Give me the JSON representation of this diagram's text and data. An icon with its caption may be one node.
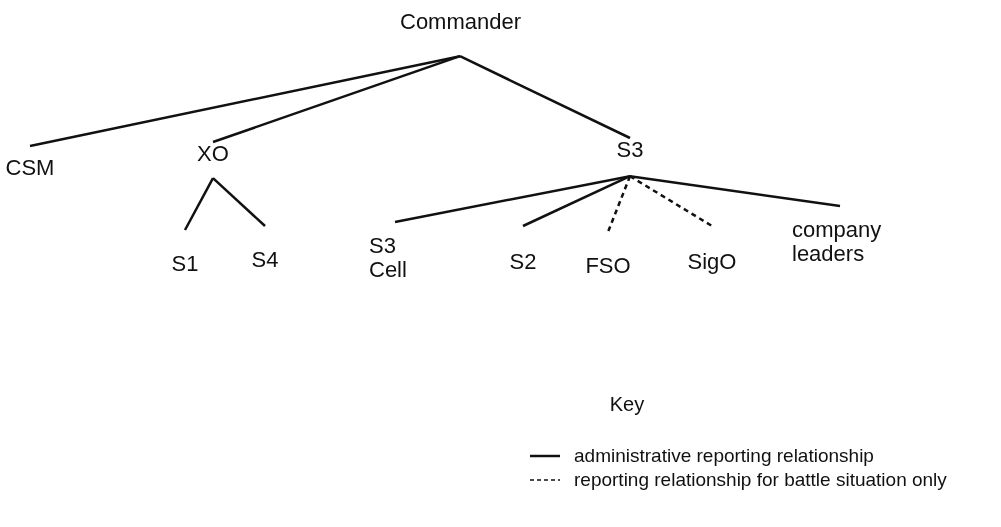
{
  "diagram": {
    "nodes": [
      {
        "text": [
          "Commander"
        ]
      },
      {
        "text": [
          "CSM"
        ]
      },
      {
        "text": [
          "XO"
        ]
      },
      {
        "text": [
          "S3"
        ]
      },
      {
        "text": [
          "S1"
        ]
      },
      {
        "text": [
          "S4"
        ]
      },
      {
        "text": [
          "S3 Cell"
        ]
      },
      {
        "text": [
          "S2"
        ]
      },
      {
        "text": [
          "FSO"
        ]
      },
      {
        "text": [
          "SigO"
        ]
      },
      {
        "text": [
          "company leaders"
        ]
      }
    ],
    "edges": [
      {
        "from": 0,
        "to": 1,
        "arrow": "none"
      },
      {
        "from": 0,
        "to": 2,
        "arrow": "none"
      },
      {
        "from": 0,
        "to": 3,
        "arrow": "none"
      },
      {
        "from": 2,
        "to": 4,
        "arrow": "none"
      },
      {
        "from": 2,
        "to": 5,
        "arrow": "none"
      },
      {
        "from": 3,
        "to": 6,
        "arrow": "none"
      },
      {
        "from": 3,
        "to": 7,
        "arrow": "none"
      },
      {
        "from": 3,
        "to": 8,
        "arrow": "none",
        "style": "dashed"
      },
      {
        "from": 3,
        "to": 9,
        "arrow": "none",
        "style": "dashed"
      },
      {
        "from": 3,
        "to": 10,
        "arrow": "none"
      }
    ],
    "labels": [
      "Key"
    ],
    "legend": [
      {
        "text": "administrative reporting relationship"
      },
      {
        "text": "reporting relationship for battle situation only"
      }
    ]
  }
}
